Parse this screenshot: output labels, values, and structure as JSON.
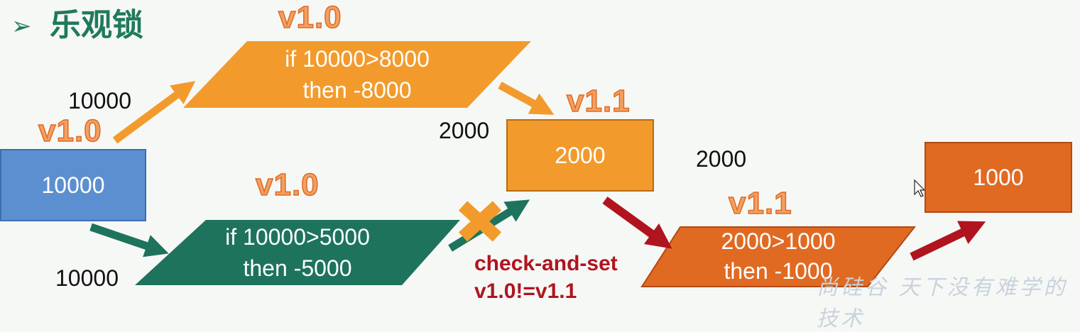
{
  "title": {
    "bullet": "➢",
    "text": "乐观锁"
  },
  "start_box": {
    "value": "10000",
    "color": "#5b8fd0"
  },
  "top_branch": {
    "version_label": "v1.0",
    "version_on_arrow": "v1.0",
    "balance_label": "10000",
    "line1": "if 10000>8000",
    "line2": "then -8000",
    "color": "#f29b2c"
  },
  "bottom_branch": {
    "version_label": "v1.0",
    "balance_label": "10000",
    "line1": "if 10000>5000",
    "line2": "then -5000",
    "color": "#1e735c",
    "rejected_marker": "x-mark"
  },
  "mid_box": {
    "value": "2000",
    "outside_label": "2000",
    "version_label": "v1.1",
    "color": "#f29b2c"
  },
  "right_branch": {
    "balance_label": "2000",
    "version_label": "v1.1",
    "line1": "2000>1000",
    "line2": "then -1000",
    "color": "#e06a22"
  },
  "end_box": {
    "value": "1000",
    "color": "#e06a22"
  },
  "check_and_set": {
    "line1": "check-and-set",
    "line2": "v1.0!=v1.1",
    "color": "#b0141e"
  },
  "watermark": {
    "text": "尚硅谷 天下没有难学的技术"
  },
  "colors": {
    "orange_arrow": "#f29b2c",
    "green_arrow": "#1e735c",
    "red_arrow": "#b0141e",
    "version_text": "#f2a063",
    "title": "#1f7a5c"
  }
}
